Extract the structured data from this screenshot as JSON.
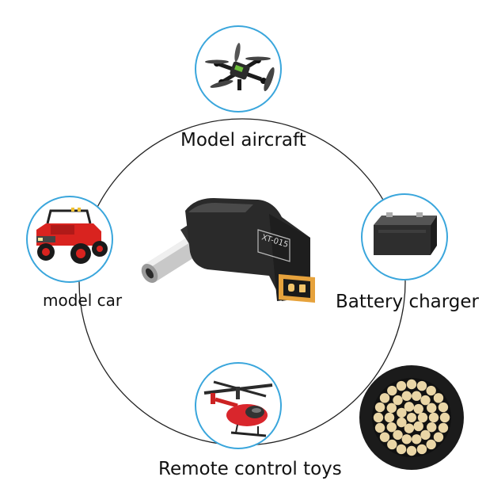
{
  "labels": {
    "model_aircraft": "Model aircraft",
    "model_car": "model car",
    "battery_charger": "Battery charger",
    "remote_control_toys": "Remote control toys"
  },
  "adapter": {
    "marking": "XT-015"
  },
  "icons": {
    "aircraft": "drone-icon",
    "car": "jeep-icon",
    "battery": "battery-icon",
    "toys": "helicopter-icon",
    "center": "dc-adapter-icon",
    "corner": "connector-pins-icon"
  },
  "colors": {
    "ring_line": "#222222",
    "node_border": "#3aa6dc",
    "adapter_body": "#2a2a2a",
    "connector_gold": "#e6a23c",
    "pin_cream": "#ead6a6"
  }
}
